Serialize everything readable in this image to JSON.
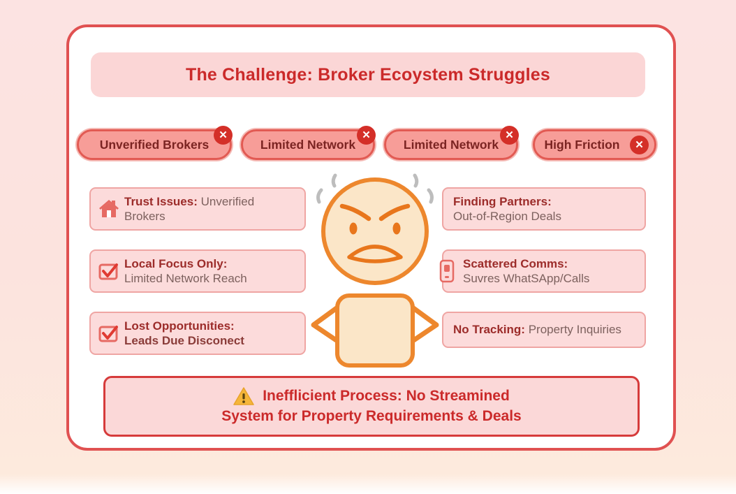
{
  "title": "The Challenge: Broker Ecoystem Struggles",
  "pills": [
    {
      "label": "Unverified Brokers",
      "close": "✕"
    },
    {
      "label": "Limited Network",
      "close": "✕"
    },
    {
      "label": "Limited Network",
      "close": "✕"
    },
    {
      "label": "High Friction",
      "close": "✕"
    }
  ],
  "left_cards": [
    {
      "icon": "house-icon",
      "title": "Trust Issues:",
      "text": "Unverified Brokers"
    },
    {
      "icon": "checkbox-icon",
      "title": "Local Focus Only:",
      "text": "Limited Network Reach"
    },
    {
      "icon": "checkbox-icon",
      "title": "Lost Opportunities:",
      "text": "Leads Due Disconect"
    }
  ],
  "right_cards": [
    {
      "title": "Finding Partners:",
      "text": "Out-of-Region Deals"
    },
    {
      "icon": "phone-icon",
      "title": "Scattered Comms:",
      "text": "Suvres WhatSApp/Calls"
    },
    {
      "title": "No Tracking:",
      "text": "Property Inquiries"
    }
  ],
  "banner": {
    "icon": "warning-icon",
    "line1": "Inefflicient Process: No Streamined",
    "line2": "System for Property Requirements & Deals"
  },
  "character": "angry-person",
  "colors": {
    "card_border": "#e05151",
    "accent_red": "#d63b3b",
    "title_text": "#cb2a2a",
    "pill_bg": "#f79d98",
    "pill_border": "#e25a53",
    "pill_text": "#7b2422",
    "badge_bg": "#d42f28",
    "issue_card_bg": "#fcdbdb",
    "issue_card_border": "#efa5a3",
    "character_stroke": "#ed872d",
    "character_fill": "#fbe6c8",
    "warning_yellow": "#f5b63a",
    "background_top": "#fce3e2",
    "background_bottom": "#fdeadd"
  }
}
